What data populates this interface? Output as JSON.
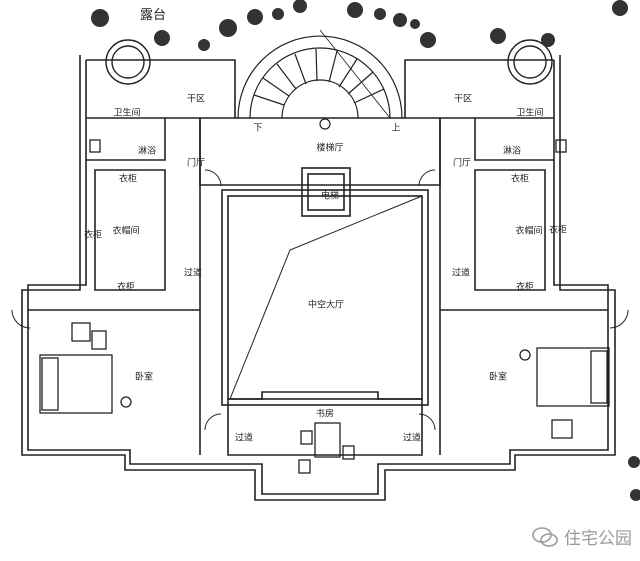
{
  "terrace": "露台",
  "rooms": {
    "pantry_left": "干区",
    "pantry_right": "干区",
    "wc_left": "卫生间",
    "wc_right": "卫生间",
    "shower_left": "淋浴",
    "shower_right": "淋浴",
    "foyer_left": "门厅",
    "foyer_right": "门厅",
    "stair_hall": "楼梯厅",
    "elevator": "电梯",
    "closet_left": "衣帽间",
    "closet_right": "衣帽间",
    "wardrobe_left_top": "衣柜",
    "wardrobe_left_side": "衣柜",
    "wardrobe_left_bottom": "衣柜",
    "wardrobe_right_top": "衣柜",
    "wardrobe_right_side": "衣柜",
    "wardrobe_right_bottom": "衣柜",
    "corridor_left_upper": "过道",
    "corridor_right_upper": "过道",
    "atrium": "中空大厅",
    "bedroom_left": "卧室",
    "bedroom_right": "卧室",
    "study": "书房",
    "corridor_left_lower": "过道",
    "corridor_right_lower": "过道",
    "stair_down": "下",
    "stair_up": "上"
  },
  "watermark": {
    "text": "住宅公园",
    "icon": "wechat-icon"
  }
}
